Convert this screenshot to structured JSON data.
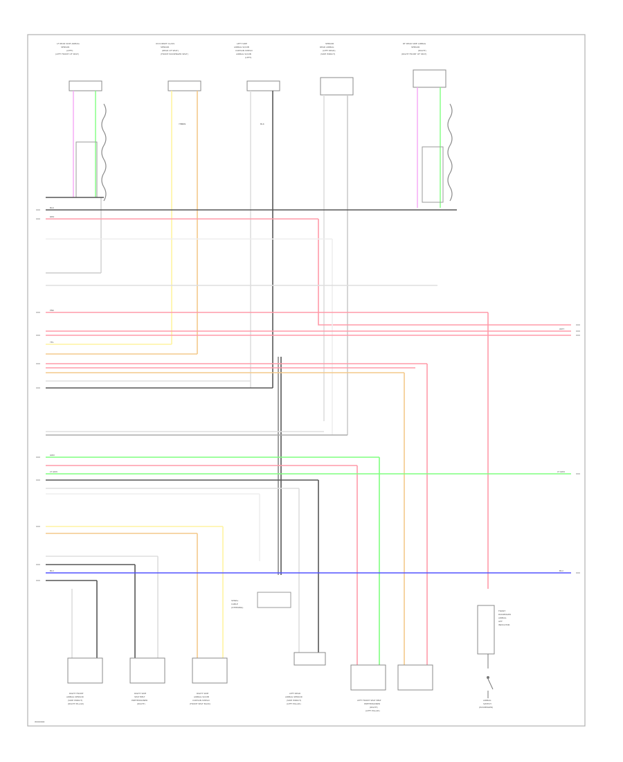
{
  "footer_code": "W000000",
  "components": {
    "lf_sensor": [
      "LF REAR SIDE AIRBAG",
      "SENSOR",
      "(LEFT)",
      "(LEFT FRONT OF SEAT)"
    ],
    "occ_sensor": [
      "OCCUPANT CLASS",
      "SENSOR",
      "(REAR OF SEAT)",
      "(FRONT PASSENGER SEAT)"
    ],
    "left_side": [
      "LEFT SIDE",
      "AIRBAG SQUIB",
      "CURTAIN SHIELD",
      "AIRBAG SQUIB",
      "(LEFT)"
    ],
    "rear_sensor": [
      "SENSOR",
      "REAR AIRBAG",
      "(LEFT REAR)",
      "(SIDE IMPACT)"
    ],
    "rf_sensor": [
      "RF REAR SIDE AIRBAG",
      "SENSOR",
      "(RIGHT)",
      "(RIGHT FRONT OF SEAT)"
    ],
    "b_left_front": [
      "RIGHT FRONT",
      "AIRBAG SENSOR",
      "(SIDE IMPACT)",
      "(RIGHT PILLAR)"
    ],
    "b_seat_belt": [
      "RIGHT SIDE",
      "SEAT BELT",
      "PRETENSIONER",
      "(RIGHT)"
    ],
    "b_right_side": [
      "RIGHT SIDE",
      "AIRBAG SQUIB",
      "CURTAIN SHIELD",
      "(FRONT SEAT BACK)"
    ],
    "b_left_rear": [
      "LEFT REAR",
      "AIRBAG SENSOR",
      "(SIDE IMPACT)",
      "(LEFT PILLAR)"
    ],
    "b_front_pass": [
      "LEFT FRONT SEAT BELT",
      "PRETENSIONER",
      "(RIGHT)",
      "(LEFT PILLAR)"
    ],
    "b_switch": [
      "AIRBAG",
      "SWITCH",
      "(PASSENGER)"
    ],
    "spiral": [
      "SPIRAL",
      "CABLE",
      "(STEERING)"
    ],
    "indicator": [
      "FRONT",
      "PASSENGER",
      "AIRBAG",
      "OFF",
      "INDICATOR"
    ]
  },
  "wire_labels": {
    "blk": "BLK",
    "wht": "WHT",
    "red": "RED",
    "pnk": "PNK",
    "yel": "YEL",
    "grn": "GRN",
    "lgrn": "LT GRN",
    "blu": "BLU",
    "gry": "GRY",
    "brn": "BRN",
    "org": "ORG"
  },
  "colors": {
    "red": "#ff9aa8",
    "pink": "#f6a6f6",
    "yellow": "#fff3a0",
    "orange": "#f4c98a",
    "green": "#7fff7f",
    "blue": "#5050ff",
    "black": "#555555",
    "gray": "#b5b5b5",
    "white": "#dddddd"
  }
}
